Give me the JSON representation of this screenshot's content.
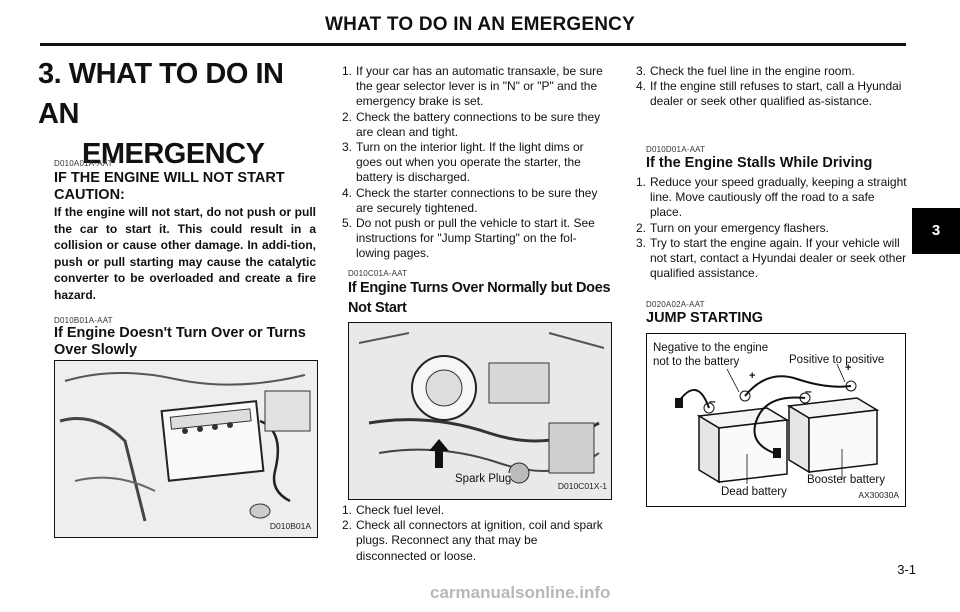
{
  "header": {
    "title": "WHAT TO DO IN AN EMERGENCY"
  },
  "section": {
    "title_line1": "3. WHAT TO DO IN AN",
    "title_line2": "EMERGENCY"
  },
  "left": {
    "code1": "D010A01A-AAT",
    "heading1_line1": "IF THE ENGINE WILL NOT START",
    "heading1_line2": "CAUTION:",
    "caution_text": "If the engine will not start, do not push or pull the car to start it. This could result in a collision or cause other damage. In addi-tion, push or pull starting may cause the catalytic converter to be overloaded and create a fire hazard.",
    "code2": "D010B01A-AAT",
    "heading2_line1": "If Engine Doesn't Turn Over or Turns",
    "heading2_line2": "Over Slowly",
    "figure_code": "D010B01A"
  },
  "middle": {
    "items": [
      {
        "num": "1.",
        "text": "If your car has an automatic transaxle, be sure the gear selector lever is in \"N\" or \"P\" and the emergency brake is set."
      },
      {
        "num": "2.",
        "text": "Check the battery connections to be sure they are clean and tight."
      },
      {
        "num": "3.",
        "text": "Turn on the interior light. If the light dims or goes out when you operate the starter, the battery is discharged."
      },
      {
        "num": "4.",
        "text": "Check the starter connections to be sure they are securely tightened."
      },
      {
        "num": "5.",
        "text": "Do not push or pull the vehicle to start it. See instructions for \"Jump Starting\" on the fol-lowing pages."
      }
    ],
    "code": "D010C01A-AAT",
    "heading_line1": "If Engine Turns Over Normally but Does",
    "heading_line2": "Not Start",
    "figure_label": "Spark Plug",
    "figure_code": "D010C01X-1",
    "items2": [
      {
        "num": "1.",
        "text": "Check fuel level."
      },
      {
        "num": "2.",
        "text": "Check all connectors at ignition, coil and spark plugs. Reconnect any that may be disconnected or loose."
      }
    ]
  },
  "right": {
    "items": [
      {
        "num": "3.",
        "text": "Check the fuel line in the engine room."
      },
      {
        "num": "4.",
        "text": "If the engine still refuses to start, call a Hyundai dealer or seek other qualified as-sistance."
      }
    ],
    "code1": "D010D01A-AAT",
    "heading1": "If the Engine Stalls While Driving",
    "items2": [
      {
        "num": "1.",
        "text": "Reduce your speed gradually, keeping a straight line. Move cautiously off the road to a safe place."
      },
      {
        "num": "2.",
        "text": "Turn on your emergency flashers."
      },
      {
        "num": "3.",
        "text": "Try to start the engine again. If your vehicle will not start, contact a Hyundai dealer or seek other qualified assistance."
      }
    ],
    "code2": "D020A02A-AAT",
    "heading2": "JUMP STARTING",
    "fig": {
      "label_neg1": "Negative to the engine",
      "label_neg2": "not to the battery",
      "label_pos": "Positive to positive",
      "label_dead": "Dead battery",
      "label_boost": "Booster battery",
      "code": "AX30030A",
      "plus": "+",
      "minus": "–"
    }
  },
  "tab": {
    "label": "3"
  },
  "page": {
    "number": "3-1"
  },
  "watermark": {
    "text": "carmanualsonline.info"
  }
}
